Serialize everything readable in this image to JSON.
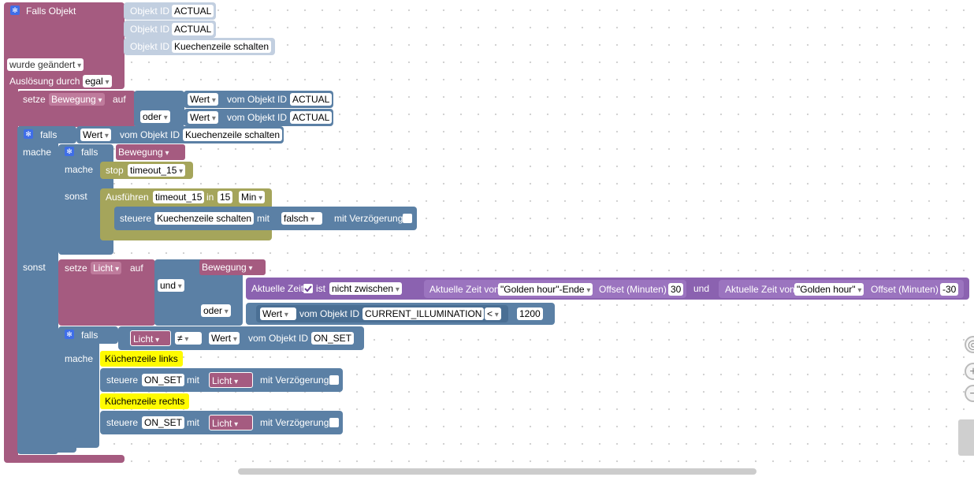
{
  "event": {
    "title": "Falls Objekt",
    "objekt_id_label": "Objekt ID",
    "ids": [
      "ACTUAL",
      "ACTUAL",
      "Kuechenzeile schalten"
    ],
    "changed": "wurde geändert",
    "trigger_label": "Auslösung durch",
    "trigger_value": "egal"
  },
  "setze_bewegung": {
    "setze": "setze",
    "var": "Bewegung",
    "auf": "auf",
    "oder": "oder",
    "wert": "Wert",
    "vom": "vom Objekt ID",
    "id1": "ACTUAL",
    "id2": "ACTUAL"
  },
  "outer_if": {
    "falls": "falls",
    "wert": "Wert",
    "vom": "vom Objekt ID",
    "id": "Kuechenzeile schalten",
    "mache": "mache",
    "sonst": "sonst"
  },
  "inner_if": {
    "falls": "falls",
    "var": "Bewegung",
    "mache": "mache",
    "sonst": "sonst",
    "stop": "stop",
    "timeout": "timeout_15",
    "ausfuehren": "Ausführen",
    "timeout2": "timeout_15",
    "in": "in",
    "delay": "15",
    "unit": "Min",
    "steuere": "steuere",
    "target": "Kuechenzeile schalten",
    "mit": "mit",
    "value": "falsch",
    "verz": "mit Verzögerung"
  },
  "setze_licht": {
    "setze": "setze",
    "var": "Licht",
    "auf": "auf",
    "bewegung": "Bewegung",
    "und": "und",
    "aktuelle_zeit": "Aktuelle Zeit",
    "ist": "ist",
    "nicht_zwischen": "nicht zwischen",
    "az_von1": "Aktuelle Zeit von",
    "golden_end": "\"Golden hour\"-Ende",
    "offset1": "Offset (Minuten)",
    "offset1_val": "30",
    "und2": "und",
    "az_von2": "Aktuelle Zeit von",
    "golden": "\"Golden hour\"",
    "offset2": "Offset (Minuten)",
    "offset2_val": "-30",
    "oder": "oder",
    "wert": "Wert",
    "vom": "vom Objekt ID",
    "id": "CURRENT_ILLUMINATION",
    "op": "<",
    "num": "1200"
  },
  "if_licht": {
    "falls": "falls",
    "var": "Licht",
    "op": "≠",
    "wert": "Wert",
    "vom": "vom Objekt ID",
    "id": "ON_SET",
    "mache": "mache",
    "comment1": "Küchenzeile links",
    "steuere": "steuere",
    "target": "ON_SET",
    "mit": "mit",
    "var2": "Licht",
    "verz": "mit Verzögerung",
    "comment2": "Küchenzeile rechts",
    "steuere2": "steuere",
    "target2": "ON_SET",
    "mit2": "mit",
    "var3": "Licht",
    "verz2": "mit Verzögerung"
  },
  "colors": {
    "event": "#a55b80",
    "logic": "#5b80a5",
    "timer": "#a5a55b",
    "object": "#80a5c8",
    "time": "#8b62b0"
  }
}
